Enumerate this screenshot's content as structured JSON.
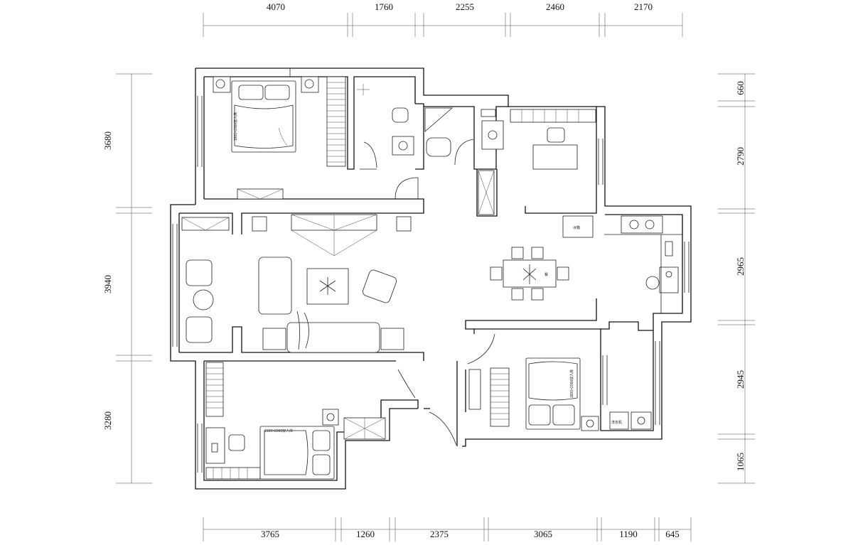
{
  "dimensions": {
    "top": [
      "4070",
      "1760",
      "2255",
      "2460",
      "2170"
    ],
    "bottom": [
      "3765",
      "1260",
      "2375",
      "3065",
      "1190",
      "645"
    ],
    "left": [
      "3680",
      "3940",
      "3280"
    ],
    "right": [
      "660",
      "2790",
      "2965",
      "2945",
      "1065"
    ]
  },
  "annotations": {
    "master_bed_label": "1800×2000双人床",
    "second_bed_label": "1800×2000双人床",
    "third_bed_label": "1500×2000双人床",
    "fridge_label": "冰箱",
    "dining_label": "餐",
    "laundry_label": "洗衣机"
  },
  "colors": {
    "line": "#111111",
    "background": "#ffffff"
  }
}
